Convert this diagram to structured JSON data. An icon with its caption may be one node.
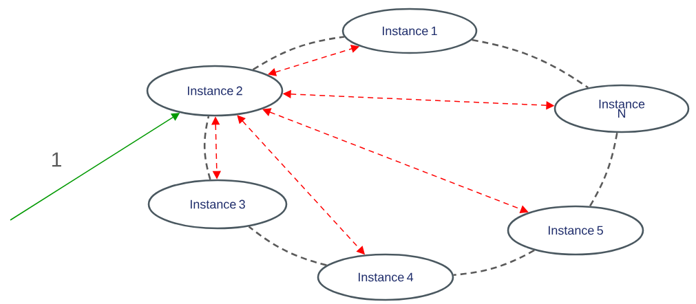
{
  "diagram": {
    "nodes": [
      {
        "text": [
          "Instance 1"
        ]
      },
      {
        "text": [
          "Instance 2"
        ]
      },
      {
        "text": [
          "Instance N"
        ]
      },
      {
        "text": [
          "Instance 3"
        ]
      },
      {
        "text": [
          "Instance 5"
        ]
      },
      {
        "text": [
          "Instance 4"
        ]
      }
    ],
    "edges": [
      {
        "from": 1,
        "to": 0,
        "arrow": "none",
        "style": "dashed"
      },
      {
        "from": 0,
        "to": 2,
        "arrow": "none",
        "style": "dashed"
      },
      {
        "from": 2,
        "to": 4,
        "arrow": "none",
        "style": "dashed"
      },
      {
        "from": 4,
        "to": 5,
        "arrow": "none",
        "style": "dashed"
      },
      {
        "from": 5,
        "to": 3,
        "arrow": "none",
        "style": "dashed"
      },
      {
        "from": 3,
        "to": 1,
        "arrow": "none",
        "style": "dashed"
      },
      {
        "from": 1,
        "to": 0,
        "arrow": "both",
        "style": "dashed",
        "color": "#ff0000"
      },
      {
        "from": 1,
        "to": 2,
        "arrow": "both",
        "style": "dashed",
        "color": "#ff0000"
      },
      {
        "from": 1,
        "to": 3,
        "arrow": "both",
        "style": "dashed",
        "color": "#ff0000"
      },
      {
        "from": 1,
        "to": 5,
        "arrow": "both",
        "style": "dashed",
        "color": "#ff0000"
      },
      {
        "from": 1,
        "to": 4,
        "arrow": "both",
        "style": "dashed",
        "color": "#ff0000"
      },
      {
        "from": null,
        "to": 1,
        "arrow": "to",
        "label": "1",
        "color": "#009900"
      }
    ]
  }
}
